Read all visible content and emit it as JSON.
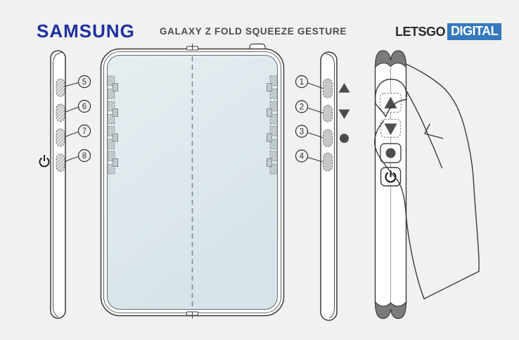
{
  "header": {
    "brand": "SAMSUNG",
    "title": "GALAXY Z FOLD SQUEEZE GESTURE",
    "watermark": {
      "text_dark": "LETSGO",
      "text_light": "DIGITAL"
    }
  },
  "colors": {
    "background": "#f1f1f0",
    "brand_blue": "#1c30a0",
    "watermark_blue": "#3478be",
    "title_gray": "#4a4a4a",
    "line_dark": "#3a3a3a",
    "screen_fill": "#dce7ea",
    "hinge_dark": "#7b7b7b"
  },
  "left_side_view": {
    "callouts": [
      "5",
      "6",
      "7",
      "8"
    ],
    "power_icon": "power-symbol"
  },
  "front_view": {
    "sensors_per_side": 4
  },
  "right_side_view": {
    "callouts": [
      "1",
      "2",
      "3",
      "4"
    ],
    "symbols": [
      "volume-up-triangle",
      "volume-down-triangle",
      "select-dot"
    ]
  },
  "hand_view": {
    "spine_buttons": [
      "volume-up",
      "volume-down",
      "select",
      "power"
    ]
  }
}
